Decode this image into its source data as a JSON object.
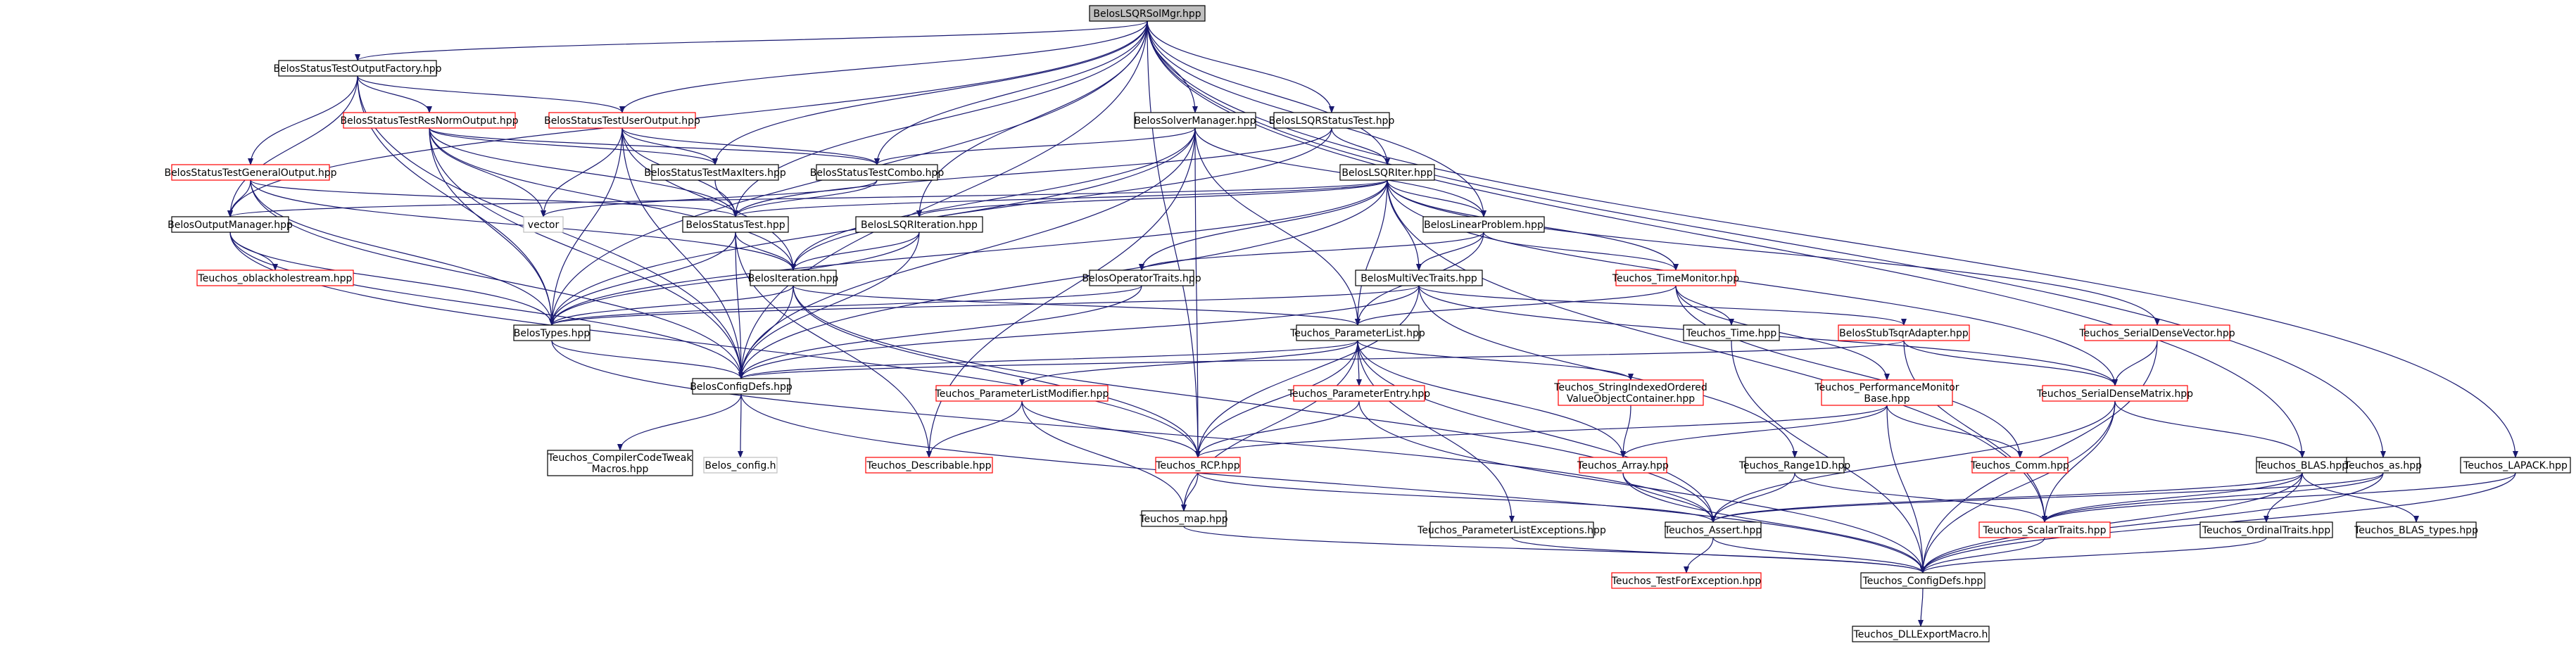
{
  "colors": {
    "edge": "#191970",
    "border_normal": "#000000",
    "border_linked": "#ff0000",
    "border_external": "#bfbfbf",
    "root_fill": "#bfbfbf",
    "node_fill": "#ffffff",
    "text": "#000000"
  },
  "graph": {
    "nodes": [
      {
        "id": "root",
        "lines": [
          "BelosLSQRSolMgr.hpp"
        ],
        "style": "root"
      },
      {
        "id": "stof",
        "lines": [
          "BelosStatusTestOutputFactory.hpp"
        ],
        "style": "normal"
      },
      {
        "id": "strno",
        "lines": [
          "BelosStatusTestResNormOutput.hpp"
        ],
        "style": "linked"
      },
      {
        "id": "stuo",
        "lines": [
          "BelosStatusTestUserOutput.hpp"
        ],
        "style": "linked"
      },
      {
        "id": "sm",
        "lines": [
          "BelosSolverManager.hpp"
        ],
        "style": "normal"
      },
      {
        "id": "lsqrst",
        "lines": [
          "BelosLSQRStatusTest.hpp"
        ],
        "style": "normal"
      },
      {
        "id": "stgo",
        "lines": [
          "BelosStatusTestGeneralOutput.hpp"
        ],
        "style": "linked"
      },
      {
        "id": "stmi",
        "lines": [
          "BelosStatusTestMaxIters.hpp"
        ],
        "style": "normal"
      },
      {
        "id": "stc",
        "lines": [
          "BelosStatusTestCombo.hpp"
        ],
        "style": "normal"
      },
      {
        "id": "lsqriter",
        "lines": [
          "BelosLSQRIter.hpp"
        ],
        "style": "normal"
      },
      {
        "id": "vector",
        "lines": [
          "vector"
        ],
        "style": "external"
      },
      {
        "id": "om",
        "lines": [
          "BelosOutputManager.hpp"
        ],
        "style": "normal"
      },
      {
        "id": "st",
        "lines": [
          "BelosStatusTest.hpp"
        ],
        "style": "normal"
      },
      {
        "id": "lsqriteration",
        "lines": [
          "BelosLSQRIteration.hpp"
        ],
        "style": "normal"
      },
      {
        "id": "lp",
        "lines": [
          "BelosLinearProblem.hpp"
        ],
        "style": "normal"
      },
      {
        "id": "obl",
        "lines": [
          "Teuchos_oblackholestream.hpp"
        ],
        "style": "linked"
      },
      {
        "id": "iter",
        "lines": [
          "BelosIteration.hpp"
        ],
        "style": "normal"
      },
      {
        "id": "ot",
        "lines": [
          "BelosOperatorTraits.hpp"
        ],
        "style": "normal"
      },
      {
        "id": "mvt",
        "lines": [
          "BelosMultiVecTraits.hpp"
        ],
        "style": "normal"
      },
      {
        "id": "tm",
        "lines": [
          "Teuchos_TimeMonitor.hpp"
        ],
        "style": "linked"
      },
      {
        "id": "sdv",
        "lines": [
          "Teuchos_SerialDenseVector.hpp"
        ],
        "style": "linked"
      },
      {
        "id": "types",
        "lines": [
          "BelosTypes.hpp"
        ],
        "style": "normal"
      },
      {
        "id": "pl",
        "lines": [
          "Teuchos_ParameterList.hpp"
        ],
        "style": "normal"
      },
      {
        "id": "time",
        "lines": [
          "Teuchos_Time.hpp"
        ],
        "style": "normal"
      },
      {
        "id": "sta",
        "lines": [
          "BelosStubTsqrAdapter.hpp"
        ],
        "style": "linked"
      },
      {
        "id": "cfg",
        "lines": [
          "BelosConfigDefs.hpp"
        ],
        "style": "normal"
      },
      {
        "id": "plm",
        "lines": [
          "Teuchos_ParameterListModifier.hpp"
        ],
        "style": "linked"
      },
      {
        "id": "pe",
        "lines": [
          "Teuchos_ParameterEntry.hpp"
        ],
        "style": "linked"
      },
      {
        "id": "sio",
        "lines": [
          "Teuchos_StringIndexedOrdered",
          "ValueObjectContainer.hpp"
        ],
        "style": "linked"
      },
      {
        "id": "pmb",
        "lines": [
          "Teuchos_PerformanceMonitor",
          "Base.hpp"
        ],
        "style": "linked"
      },
      {
        "id": "sdm",
        "lines": [
          "Teuchos_SerialDenseMatrix.hpp"
        ],
        "style": "linked"
      },
      {
        "id": "cctm",
        "lines": [
          "Teuchos_CompilerCodeTweak",
          "Macros.hpp"
        ],
        "style": "normal"
      },
      {
        "id": "bconfig",
        "lines": [
          "Belos_config.h"
        ],
        "style": "external"
      },
      {
        "id": "desc",
        "lines": [
          "Teuchos_Describable.hpp"
        ],
        "style": "linked"
      },
      {
        "id": "rcp",
        "lines": [
          "Teuchos_RCP.hpp"
        ],
        "style": "linked"
      },
      {
        "id": "arr",
        "lines": [
          "Teuchos_Array.hpp"
        ],
        "style": "linked"
      },
      {
        "id": "comm",
        "lines": [
          "Teuchos_Comm.hpp"
        ],
        "style": "linked"
      },
      {
        "id": "r1d",
        "lines": [
          "Teuchos_Range1D.hpp"
        ],
        "style": "normal"
      },
      {
        "id": "blas",
        "lines": [
          "Teuchos_BLAS.hpp"
        ],
        "style": "normal"
      },
      {
        "id": "as",
        "lines": [
          "Teuchos_as.hpp"
        ],
        "style": "normal"
      },
      {
        "id": "lapack",
        "lines": [
          "Teuchos_LAPACK.hpp"
        ],
        "style": "normal"
      },
      {
        "id": "map",
        "lines": [
          "Teuchos_map.hpp"
        ],
        "style": "normal"
      },
      {
        "id": "ple",
        "lines": [
          "Teuchos_ParameterListExceptions.hpp"
        ],
        "style": "normal"
      },
      {
        "id": "assert",
        "lines": [
          "Teuchos_Assert.hpp"
        ],
        "style": "normal"
      },
      {
        "id": "strt",
        "lines": [
          "Teuchos_ScalarTraits.hpp"
        ],
        "style": "linked"
      },
      {
        "id": "ordt",
        "lines": [
          "Teuchos_OrdinalTraits.hpp"
        ],
        "style": "normal"
      },
      {
        "id": "blastypes",
        "lines": [
          "Teuchos_BLAS_types.hpp"
        ],
        "style": "normal"
      },
      {
        "id": "tfe",
        "lines": [
          "Teuchos_TestForException.hpp"
        ],
        "style": "linked"
      },
      {
        "id": "tcfg",
        "lines": [
          "Teuchos_ConfigDefs.hpp"
        ],
        "style": "normal"
      },
      {
        "id": "dll",
        "lines": [
          "Teuchos_DLLExportMacro.h"
        ],
        "style": "normal"
      }
    ],
    "edges": [
      [
        "root",
        "stof"
      ],
      [
        "root",
        "sm"
      ],
      [
        "root",
        "lsqrst"
      ],
      [
        "root",
        "lsqriter"
      ],
      [
        "root",
        "lp"
      ],
      [
        "root",
        "stmi"
      ],
      [
        "root",
        "stc"
      ],
      [
        "root",
        "om"
      ],
      [
        "root",
        "types"
      ],
      [
        "root",
        "cfg"
      ],
      [
        "root",
        "rcp"
      ],
      [
        "root",
        "blas"
      ],
      [
        "root",
        "as"
      ],
      [
        "root",
        "lapack"
      ],
      [
        "root",
        "lsqriteration"
      ],
      [
        "root",
        "st"
      ],
      [
        "root",
        "stuo"
      ],
      [
        "stof",
        "stgo"
      ],
      [
        "stof",
        "strno"
      ],
      [
        "stof",
        "stuo"
      ],
      [
        "stof",
        "types"
      ],
      [
        "stof",
        "om"
      ],
      [
        "stof",
        "cfg"
      ],
      [
        "strno",
        "st"
      ],
      [
        "strno",
        "stc"
      ],
      [
        "strno",
        "stmi"
      ],
      [
        "strno",
        "types"
      ],
      [
        "strno",
        "cfg"
      ],
      [
        "strno",
        "vector"
      ],
      [
        "strno",
        "iter"
      ],
      [
        "stuo",
        "stmi"
      ],
      [
        "stuo",
        "stc"
      ],
      [
        "stuo",
        "st"
      ],
      [
        "stuo",
        "types"
      ],
      [
        "stuo",
        "cfg"
      ],
      [
        "stuo",
        "vector"
      ],
      [
        "stuo",
        "iter"
      ],
      [
        "stgo",
        "om"
      ],
      [
        "stgo",
        "types"
      ],
      [
        "stgo",
        "cfg"
      ],
      [
        "stgo",
        "st"
      ],
      [
        "stgo",
        "iter"
      ],
      [
        "sm",
        "types"
      ],
      [
        "sm",
        "lp"
      ],
      [
        "sm",
        "stc"
      ],
      [
        "sm",
        "cfg"
      ],
      [
        "sm",
        "pl"
      ],
      [
        "sm",
        "rcp"
      ],
      [
        "sm",
        "desc"
      ],
      [
        "sm",
        "iter"
      ],
      [
        "lsqrst",
        "lsqriter"
      ],
      [
        "lsqrst",
        "st"
      ],
      [
        "lsqrst",
        "iter"
      ],
      [
        "stmi",
        "st"
      ],
      [
        "stc",
        "st"
      ],
      [
        "stc",
        "vector"
      ],
      [
        "lsqriter",
        "lsqriteration"
      ],
      [
        "lsqriter",
        "lp"
      ],
      [
        "lsqriter",
        "st"
      ],
      [
        "lsqriter",
        "om"
      ],
      [
        "lsqriter",
        "mvt"
      ],
      [
        "lsqriter",
        "ot"
      ],
      [
        "lsqriter",
        "cfg"
      ],
      [
        "lsqriter",
        "types"
      ],
      [
        "lsqriter",
        "tm"
      ],
      [
        "lsqriter",
        "sdm"
      ],
      [
        "lsqriter",
        "sdv"
      ],
      [
        "lsqriter",
        "pl"
      ],
      [
        "lsqriter",
        "strt"
      ],
      [
        "om",
        "types"
      ],
      [
        "om",
        "obl"
      ],
      [
        "om",
        "cfg"
      ],
      [
        "om",
        "rcp"
      ],
      [
        "st",
        "types"
      ],
      [
        "st",
        "iter"
      ],
      [
        "st",
        "cfg"
      ],
      [
        "st",
        "desc"
      ],
      [
        "lsqriteration",
        "iter"
      ],
      [
        "lsqriteration",
        "cfg"
      ],
      [
        "lsqriteration",
        "types"
      ],
      [
        "lp",
        "mvt"
      ],
      [
        "lp",
        "ot"
      ],
      [
        "lp",
        "tm"
      ],
      [
        "lp",
        "pl"
      ],
      [
        "iter",
        "types"
      ],
      [
        "iter",
        "cfg"
      ],
      [
        "iter",
        "pl"
      ],
      [
        "iter",
        "rcp"
      ],
      [
        "iter",
        "assert"
      ],
      [
        "ot",
        "types"
      ],
      [
        "ot",
        "cfg"
      ],
      [
        "mvt",
        "types"
      ],
      [
        "mvt",
        "cfg"
      ],
      [
        "mvt",
        "sta"
      ],
      [
        "mvt",
        "rcp"
      ],
      [
        "mvt",
        "r1d"
      ],
      [
        "mvt",
        "sdm"
      ],
      [
        "tm",
        "pl"
      ],
      [
        "tm",
        "time"
      ],
      [
        "tm",
        "pmb"
      ],
      [
        "tm",
        "comm"
      ],
      [
        "sdv",
        "sdm"
      ],
      [
        "sdv",
        "tcfg"
      ],
      [
        "types",
        "cfg"
      ],
      [
        "types",
        "assert"
      ],
      [
        "pl",
        "cfg"
      ],
      [
        "pl",
        "plm"
      ],
      [
        "pl",
        "pe"
      ],
      [
        "pl",
        "sio"
      ],
      [
        "pl",
        "rcp"
      ],
      [
        "pl",
        "arr"
      ],
      [
        "pl",
        "map"
      ],
      [
        "pl",
        "ple"
      ],
      [
        "pl",
        "assert"
      ],
      [
        "time",
        "tcfg"
      ],
      [
        "sta",
        "cfg"
      ],
      [
        "sta",
        "sdm"
      ],
      [
        "sta",
        "strt"
      ],
      [
        "cfg",
        "cctm"
      ],
      [
        "cfg",
        "bconfig"
      ],
      [
        "cfg",
        "tcfg"
      ],
      [
        "plm",
        "rcp"
      ],
      [
        "plm",
        "desc"
      ],
      [
        "plm",
        "map"
      ],
      [
        "pe",
        "rcp"
      ],
      [
        "pe",
        "tcfg"
      ],
      [
        "sio",
        "arr"
      ],
      [
        "pmb",
        "rcp"
      ],
      [
        "pmb",
        "arr"
      ],
      [
        "pmb",
        "comm"
      ],
      [
        "pmb",
        "tcfg"
      ],
      [
        "sdm",
        "blas"
      ],
      [
        "sdm",
        "strt"
      ],
      [
        "sdm",
        "assert"
      ],
      [
        "sdm",
        "tcfg"
      ],
      [
        "rcp",
        "map"
      ],
      [
        "rcp",
        "assert"
      ],
      [
        "arr",
        "assert"
      ],
      [
        "arr",
        "tcfg"
      ],
      [
        "r1d",
        "assert"
      ],
      [
        "r1d",
        "strt"
      ],
      [
        "blas",
        "ordt"
      ],
      [
        "blas",
        "blastypes"
      ],
      [
        "blas",
        "strt"
      ],
      [
        "blas",
        "assert"
      ],
      [
        "blas",
        "tcfg"
      ],
      [
        "as",
        "strt"
      ],
      [
        "as",
        "assert"
      ],
      [
        "as",
        "tcfg"
      ],
      [
        "lapack",
        "strt"
      ],
      [
        "lapack",
        "tcfg"
      ],
      [
        "map",
        "tcfg"
      ],
      [
        "ple",
        "tcfg"
      ],
      [
        "assert",
        "tfe"
      ],
      [
        "assert",
        "tcfg"
      ],
      [
        "strt",
        "tcfg"
      ],
      [
        "ordt",
        "tcfg"
      ],
      [
        "tcfg",
        "dll"
      ]
    ]
  }
}
